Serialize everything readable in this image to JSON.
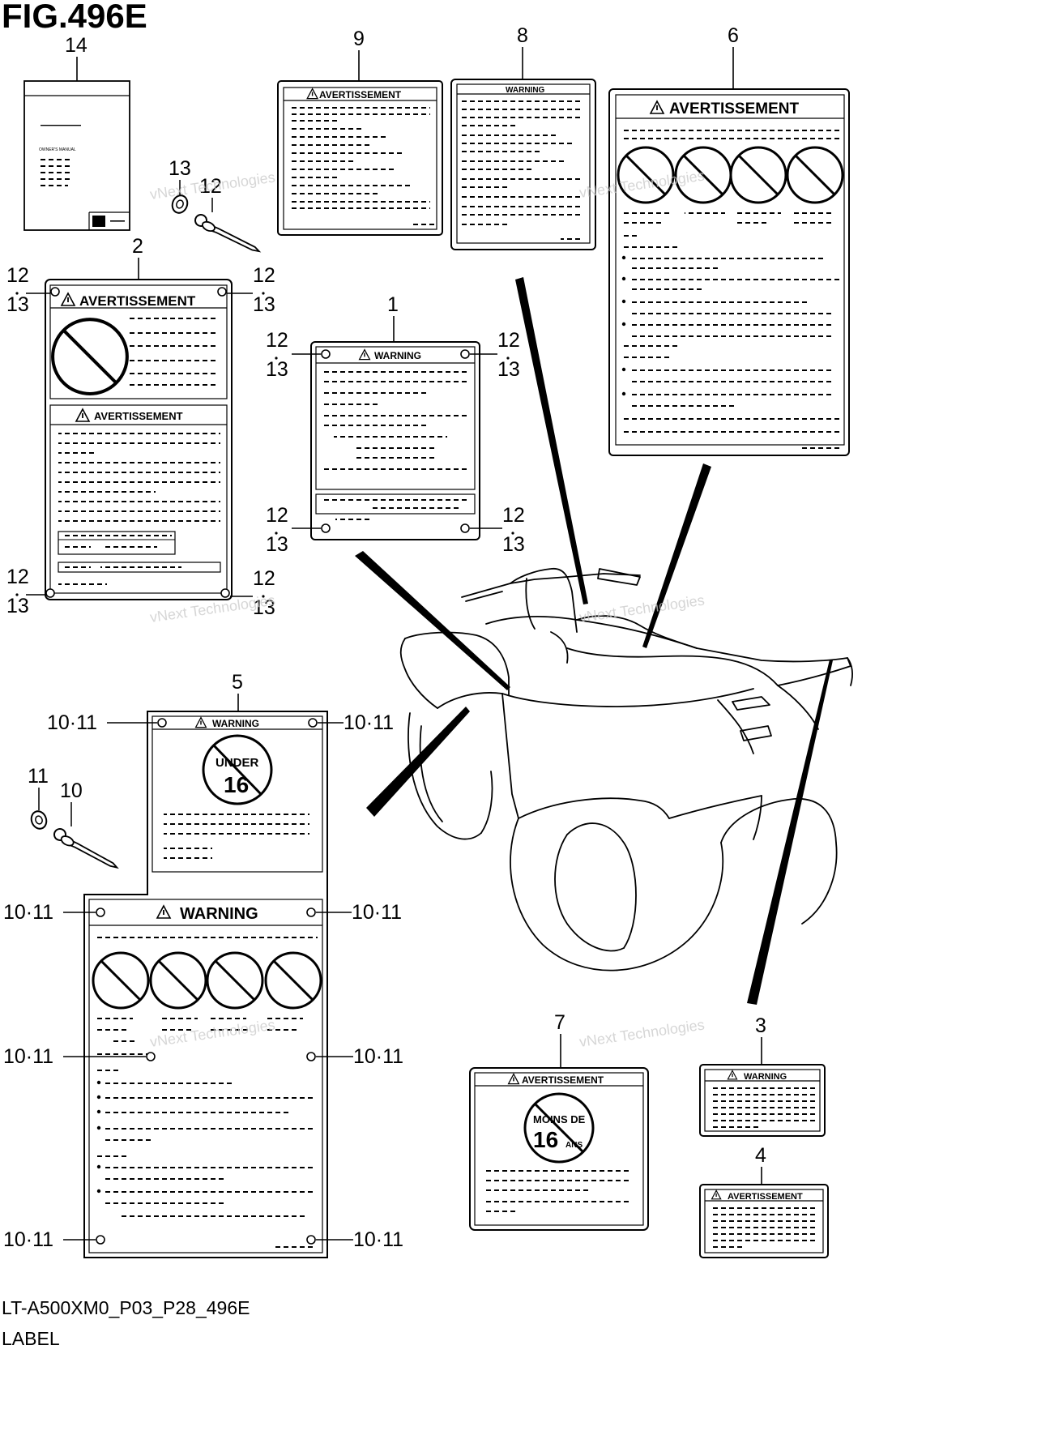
{
  "figure": {
    "title": "FIG.496E",
    "code": "LT-A500XM0_P03_P28_496E",
    "caption": "LABEL"
  },
  "labels": {
    "warning": "WARNING",
    "avertissement": "AVERTISSEMENT",
    "under": "UNDER",
    "age_16": "16",
    "moins_de": "MOINS DE",
    "ans": "ANS",
    "owners_manual": "OWNER'S MANUAL"
  },
  "callouts": {
    "c1": "1",
    "c2": "2",
    "c3": "3",
    "c4": "4",
    "c5": "5",
    "c6": "6",
    "c7": "7",
    "c8": "8",
    "c9": "9",
    "c10": "10",
    "c11": "11",
    "c12": "12",
    "c13": "13",
    "c14": "14",
    "c1011": "10·11",
    "c12dot": "12",
    "c13dot": "13"
  },
  "watermark": {
    "line1": "vNext Technologies",
    "line2": "Technologies"
  }
}
